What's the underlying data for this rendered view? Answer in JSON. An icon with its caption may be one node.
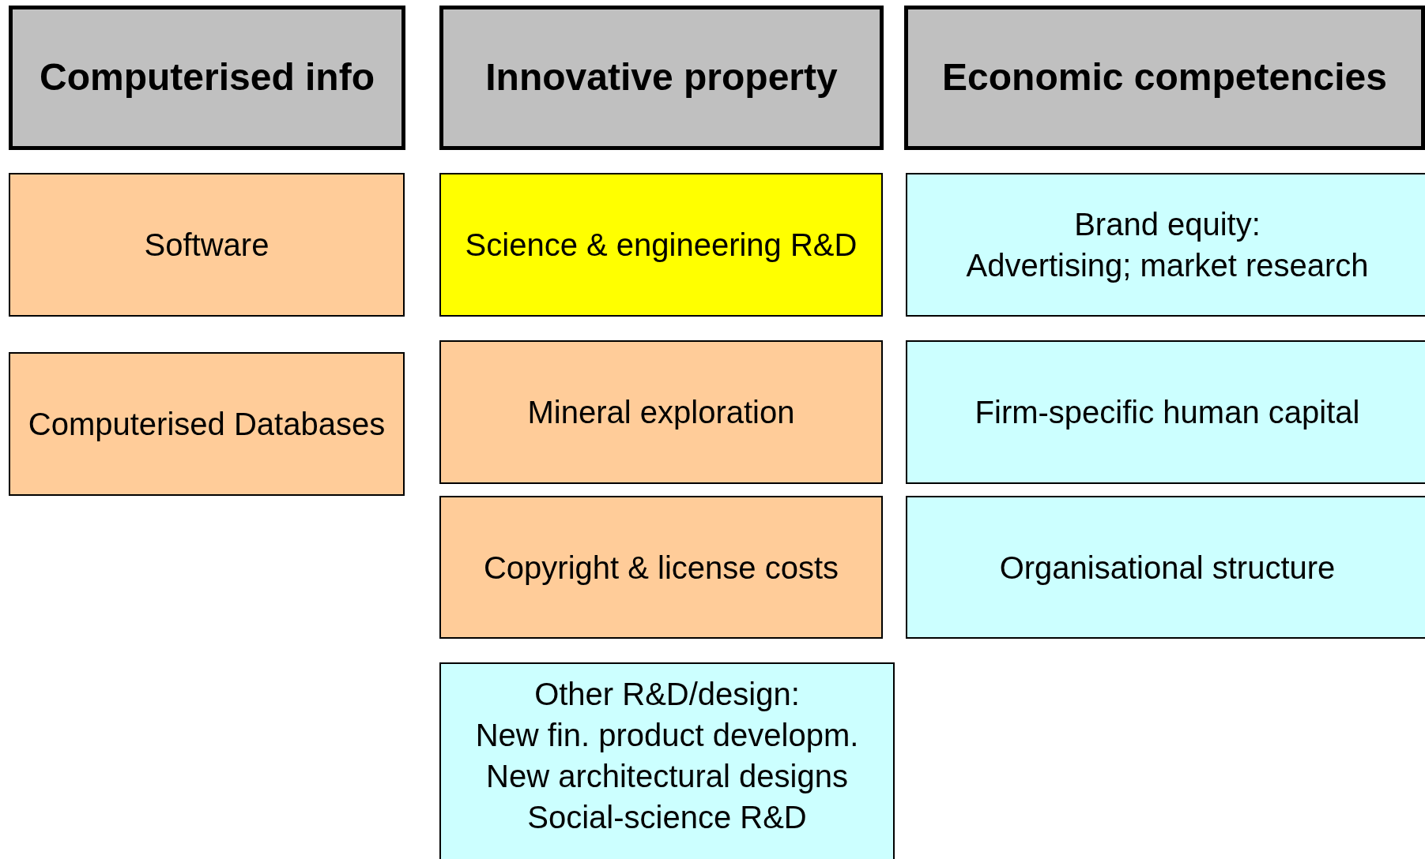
{
  "diagram": {
    "nodes": [
      {
        "text": [
          "Computerised info"
        ]
      },
      {
        "text": [
          "Innovative property"
        ]
      },
      {
        "text": [
          "Economic competencies"
        ]
      },
      {
        "text": [
          "Software"
        ]
      },
      {
        "text": [
          "Science & engineering R&D"
        ]
      },
      {
        "text": [
          "Brand equity:",
          "Advertising; market research"
        ]
      },
      {
        "text": [
          "Computerised Databases"
        ]
      },
      {
        "text": [
          "Mineral exploration"
        ]
      },
      {
        "text": [
          "Firm-specific human capital"
        ]
      },
      {
        "text": [
          "Copyright & license costs"
        ]
      },
      {
        "text": [
          "Organisational structure"
        ]
      },
      {
        "text": [
          "Other R&D/design:",
          "New fin. product developm.",
          "New architectural designs",
          "Social-science R&D"
        ]
      }
    ]
  }
}
